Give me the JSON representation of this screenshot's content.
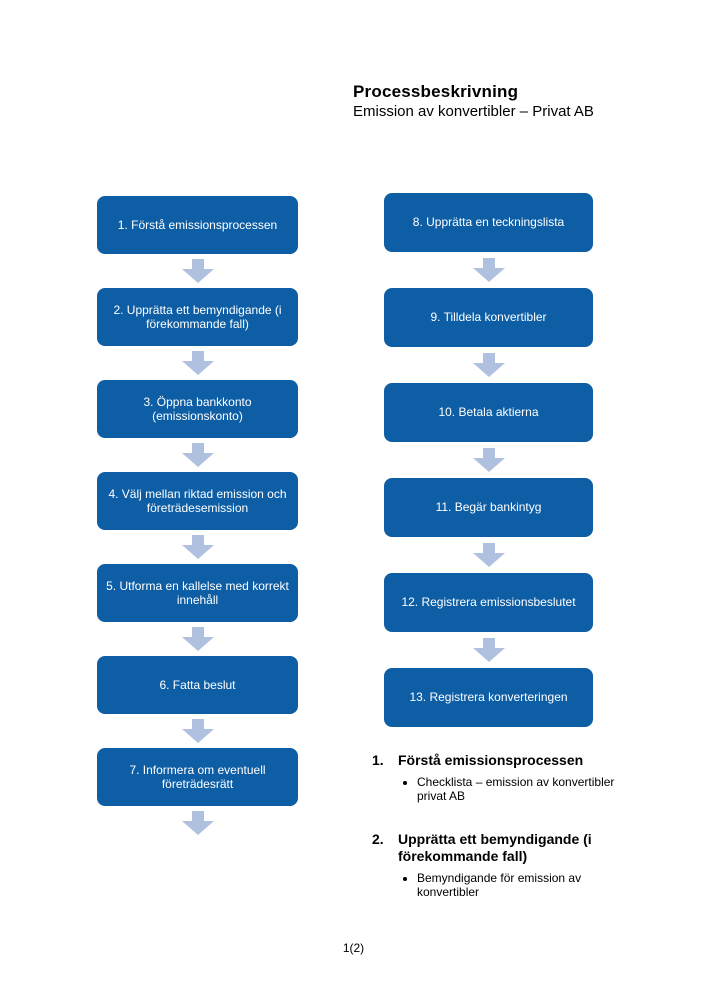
{
  "page": {
    "title": "Processbeskrivning",
    "subtitle": "Emission av konvertibler – Privat AB",
    "footer": "1(2)"
  },
  "colors": {
    "box_blue": "#0E5EA6",
    "arrow_blue": "#AFC1DF",
    "box_text": "#FFFFFF"
  },
  "flowchart": {
    "left_steps": [
      "1. Förstå emissionsprocessen",
      "2. Upprätta ett bemyndigande (i förekommande fall)",
      "3. Öppna bankkonto (emissionskonto)",
      "4. Välj mellan riktad emission och företrädesemission",
      "5. Utforma en kallelse med korrekt innehåll",
      "6. Fatta beslut",
      "7. Informera om eventuell företrädesrätt"
    ],
    "right_steps": [
      "8. Upprätta en teckningslista",
      "9. Tilldela konvertibler",
      "10. Betala aktierna",
      "11. Begär bankintyg",
      "12. Registrera emissionsbeslutet",
      "13. Registrera konverteringen"
    ]
  },
  "details": [
    {
      "number": "1.",
      "heading": "Förstå emissionsprocessen",
      "bullets": [
        "Checklista – emission av konvertibler privat AB"
      ]
    },
    {
      "number": "2.",
      "heading": "Upprätta ett bemyndigande (i förekommande fall)",
      "bullets": [
        "Bemyndigande för emission av konvertibler"
      ]
    }
  ]
}
